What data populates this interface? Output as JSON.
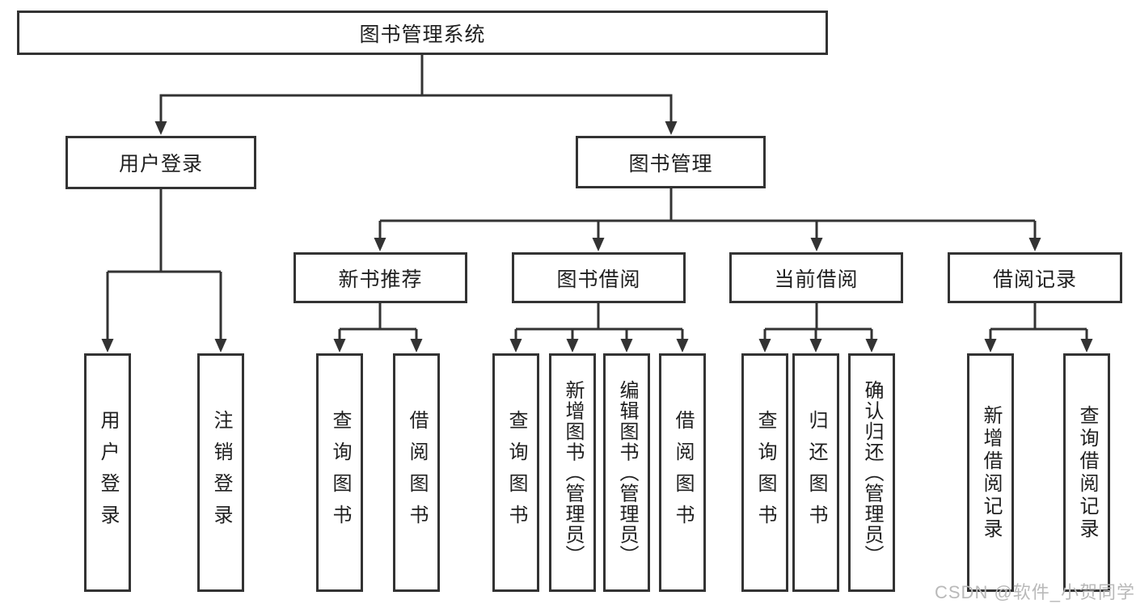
{
  "diagram": {
    "root": {
      "label": "图书管理系统"
    },
    "level2": [
      {
        "id": "login",
        "label": "用户登录"
      },
      {
        "id": "manage",
        "label": "图书管理"
      }
    ],
    "level3": [
      {
        "id": "recommend",
        "label": "新书推荐"
      },
      {
        "id": "borrow",
        "label": "图书借阅"
      },
      {
        "id": "current",
        "label": "当前借阅"
      },
      {
        "id": "records",
        "label": "借阅记录"
      }
    ],
    "leaves": {
      "login": [
        "用户登录",
        "注销登录"
      ],
      "recommend": [
        "查询图书",
        "借阅图书"
      ],
      "borrow": [
        "查询图书",
        "新增图书（管理员）",
        "编辑图书（管理员）",
        "借阅图书"
      ],
      "current": [
        "查询图书",
        "归还图书",
        "确认归还（管理员）"
      ],
      "records": [
        "新增借阅记录",
        "查询借阅记录"
      ]
    }
  },
  "watermark": "CSDN @软件_小贺同学",
  "colors": {
    "line": "#333333",
    "box_fill": "#ffffff",
    "text": "#1f1f1f",
    "watermark": "#b9b9b9",
    "background": "#ffffff"
  }
}
